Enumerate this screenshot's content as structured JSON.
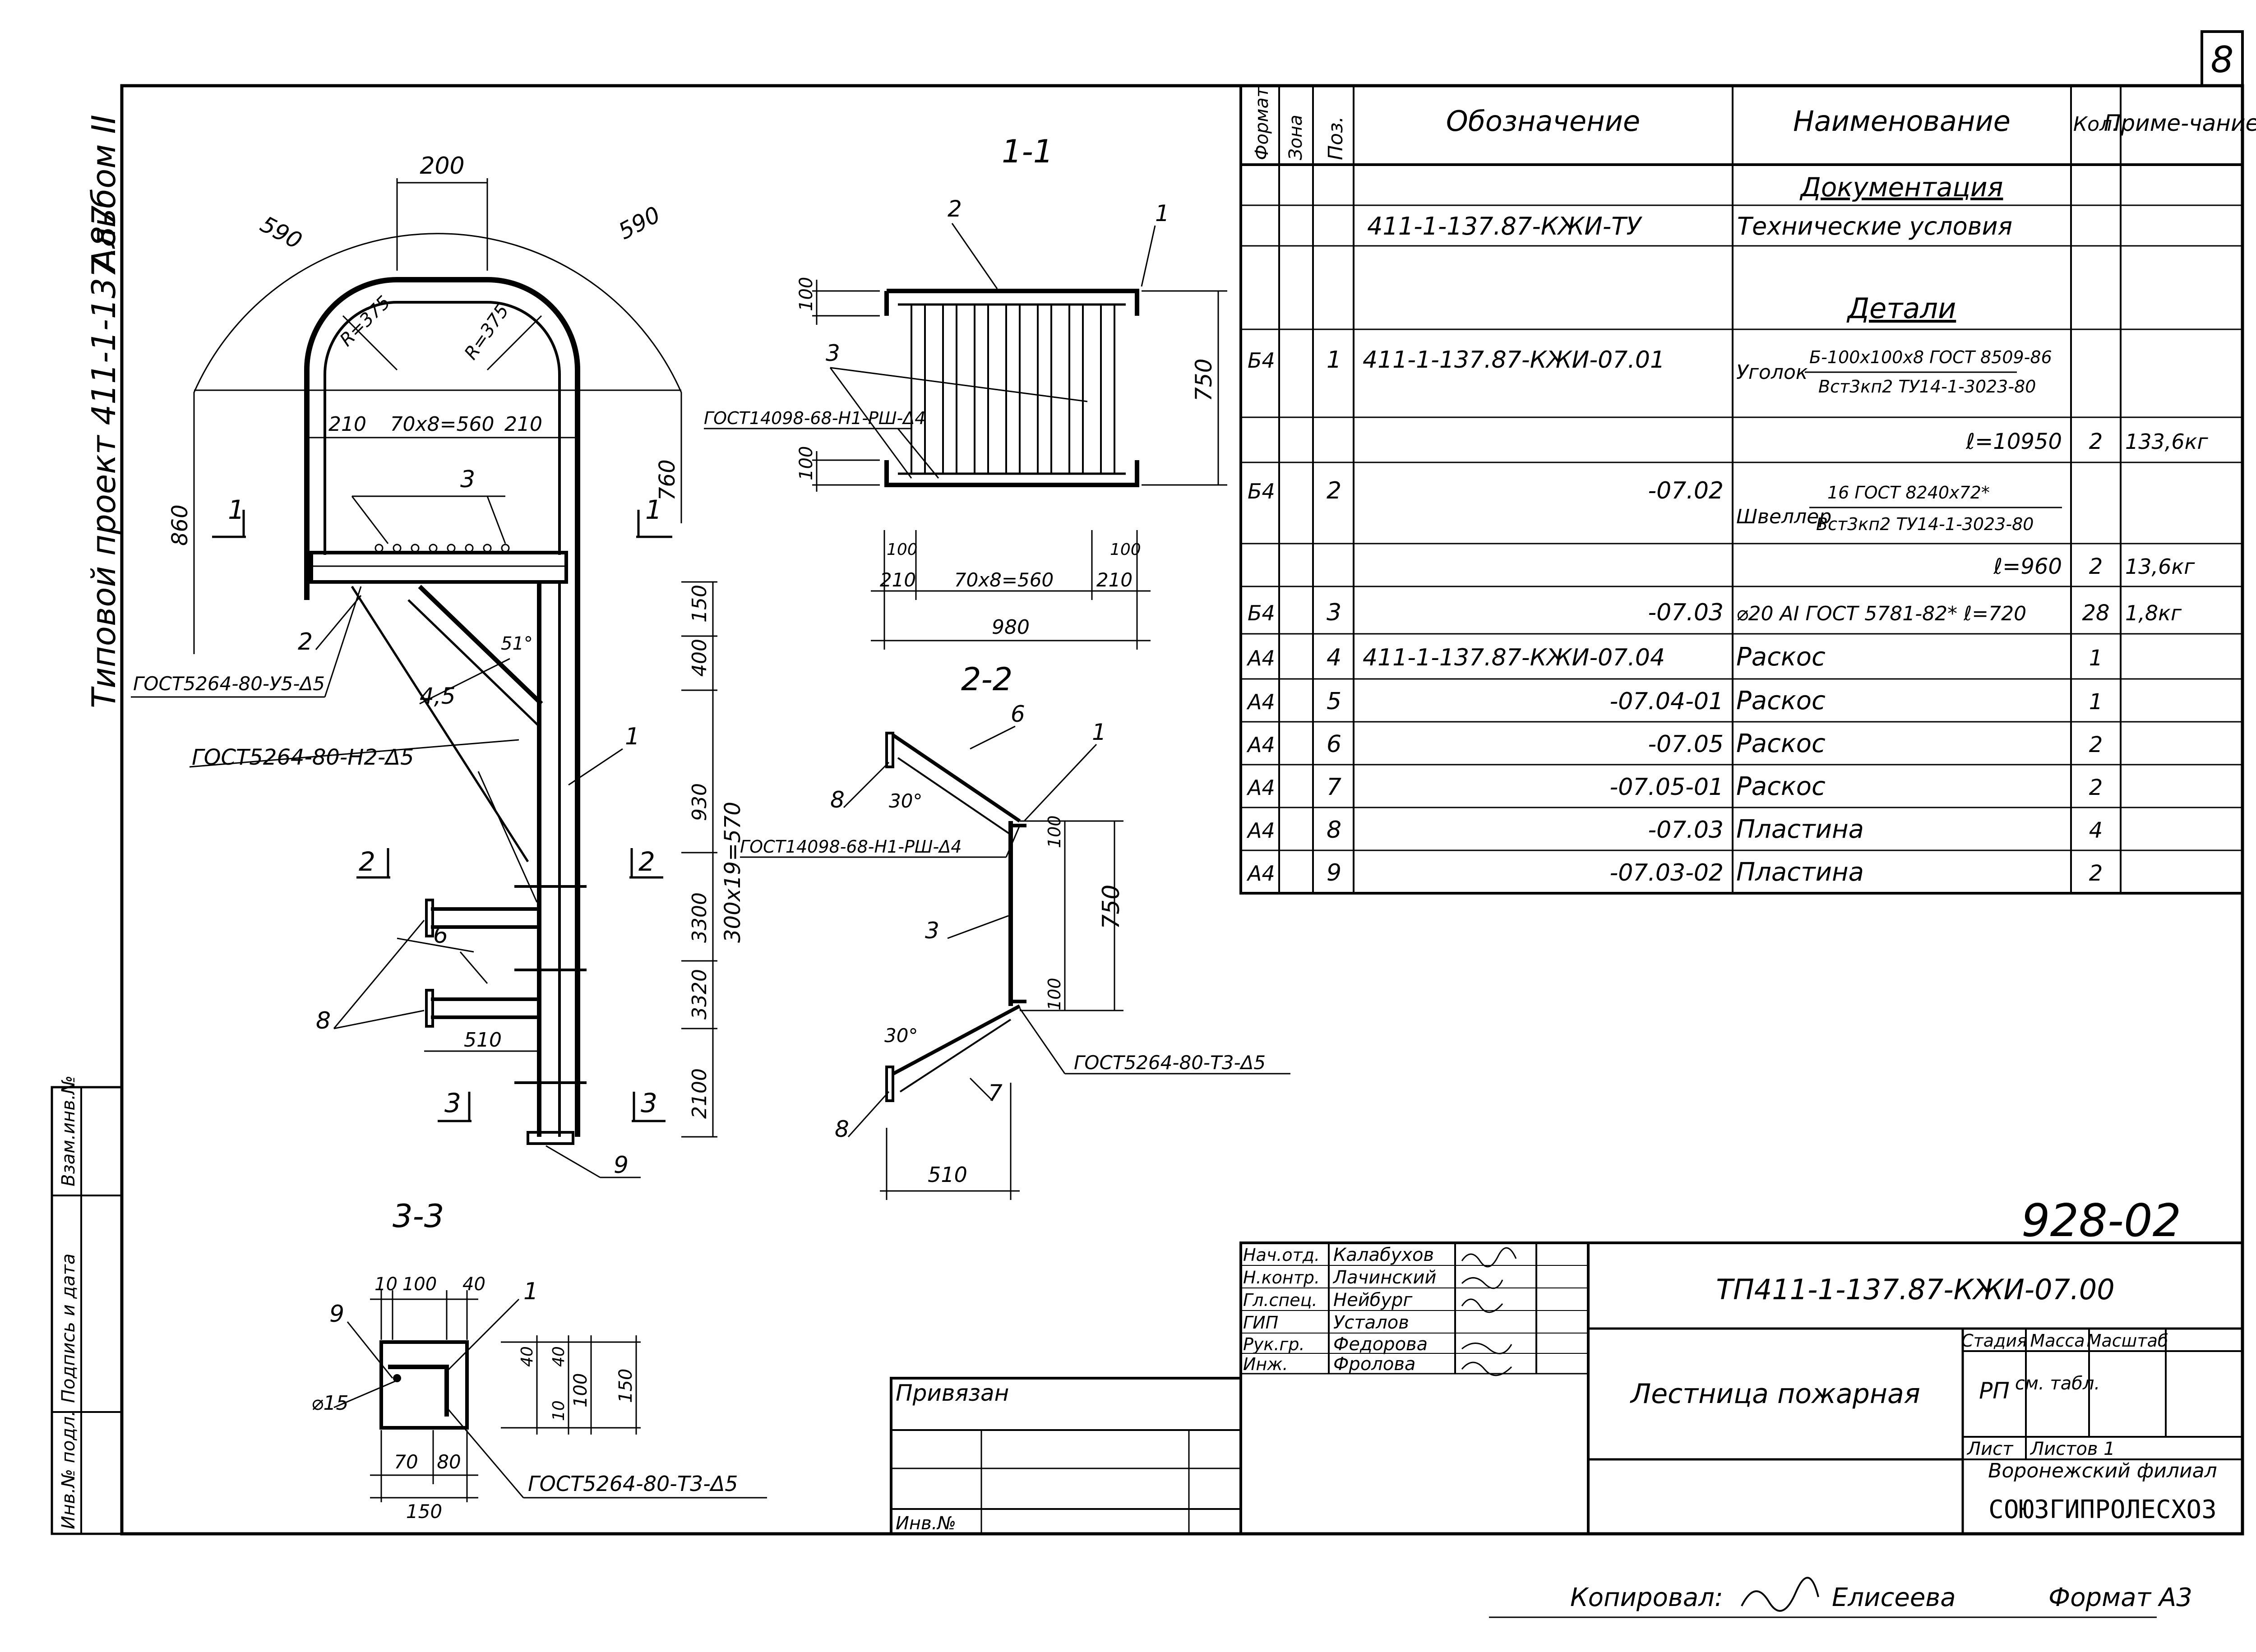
{
  "sheet": {
    "number": "8",
    "side_label": "Типовой проект 411-1-137.87",
    "album": "Альбом II",
    "left_stamp": [
      "Инв.№ подл.",
      "Подпись и дата",
      "Взам.инв.№"
    ],
    "code_big": "928-02"
  },
  "spec_table": {
    "headers": {
      "format": "Формат",
      "zone": "Зона",
      "pos": "Поз.",
      "designation": "Обозначение",
      "name": "Наименование",
      "qty": "Кол.",
      "note": "Приме-чание"
    },
    "section_docs": "Документация",
    "docs_row": {
      "designation": "411-1-137.87-КЖИ-ТУ",
      "name": "Технические условия"
    },
    "section_parts": "Детали",
    "rows": [
      {
        "format": "Б4",
        "pos": "1",
        "designation": "411-1-137.87-КЖИ-07.01",
        "name": "Уголок",
        "name_top": "Б-100x100x8 ГОСТ 8509-86",
        "name_bot": "Вст3кп2 ТУ14-1-3023-80",
        "qty": "",
        "note": ""
      },
      {
        "format": "",
        "pos": "",
        "designation": "",
        "name": "ℓ=10950",
        "name_top": "",
        "name_bot": "",
        "qty": "2",
        "note": "133,6кг"
      },
      {
        "format": "Б4",
        "pos": "2",
        "designation": "-07.02",
        "name": "Швеллер",
        "name_top": "16 ГОСТ 8240x72*",
        "name_bot": "Вст3кп2 ТУ14-1-3023-80",
        "qty": "",
        "note": ""
      },
      {
        "format": "",
        "pos": "",
        "designation": "",
        "name": "ℓ=960",
        "name_top": "",
        "name_bot": "",
        "qty": "2",
        "note": "13,6кг"
      },
      {
        "format": "Б4",
        "pos": "3",
        "designation": "-07.03",
        "name": "⌀20 AI ГОСТ 5781-82* ℓ=720",
        "name_top": "",
        "name_bot": "",
        "qty": "28",
        "note": "1,8кг"
      },
      {
        "format": "А4",
        "pos": "4",
        "designation": "411-1-137.87-КЖИ-07.04",
        "name": "Раскос",
        "name_top": "",
        "name_bot": "",
        "qty": "1",
        "note": ""
      },
      {
        "format": "А4",
        "pos": "5",
        "designation": "-07.04-01",
        "name": "Раскос",
        "name_top": "",
        "name_bot": "",
        "qty": "1",
        "note": ""
      },
      {
        "format": "А4",
        "pos": "6",
        "designation": "-07.05",
        "name": "Раскос",
        "name_top": "",
        "name_bot": "",
        "qty": "2",
        "note": ""
      },
      {
        "format": "А4",
        "pos": "7",
        "designation": "-07.05-01",
        "name": "Раскос",
        "name_top": "",
        "name_bot": "",
        "qty": "2",
        "note": ""
      },
      {
        "format": "А4",
        "pos": "8",
        "designation": "-07.03",
        "name": "Пластина",
        "name_top": "",
        "name_bot": "",
        "qty": "4",
        "note": ""
      },
      {
        "format": "А4",
        "pos": "9",
        "designation": "-07.03-02",
        "name": "Пластина",
        "name_top": "",
        "name_bot": "",
        "qty": "2",
        "note": ""
      }
    ]
  },
  "main_view": {
    "dims": {
      "d200": "200",
      "d590l": "590",
      "d590r": "590",
      "r375a": "R=375",
      "r375b": "R=375",
      "d210l": "210",
      "d560": "70x8=560",
      "d210r": "210",
      "d860": "860",
      "d760": "760",
      "d150": "150",
      "d400": "400",
      "d930": "930",
      "d3300": "3300",
      "d3320": "3320",
      "d2100": "2100",
      "d570": "300x19=570",
      "d510": "510",
      "a51": "51°"
    },
    "callouts": {
      "c1": "1",
      "c1b": "1",
      "c2": "2",
      "c3": "3",
      "c45": "4,5",
      "c6": "6",
      "c8": "8",
      "c9": "9"
    },
    "cuts": {
      "s1l": "1",
      "s1r": "1",
      "s2l": "2",
      "s2r": "2",
      "s3l": "3",
      "s3r": "3"
    },
    "welds": {
      "w1": "ГОСТ5264-80-У5-Δ5",
      "w2": "ГОСТ5264-80-Н2-Δ5"
    }
  },
  "section_1_1": {
    "title": "1-1",
    "labels": {
      "c1": "1",
      "c2": "2",
      "c3": "3",
      "d100a": "100",
      "d100b": "100",
      "d750": "750",
      "d100c": "100",
      "d100d": "100",
      "d210l": "210",
      "d560": "70x8=560",
      "d210r": "210",
      "d980": "980",
      "weld": "ГОСТ14098-68-Н1-РШ-Δ4"
    }
  },
  "section_2_2": {
    "title": "2-2",
    "labels": {
      "c6": "6",
      "c1": "1",
      "c8a": "8",
      "c3": "3",
      "c7": "7",
      "c8b": "8",
      "a30a": "30°",
      "a30b": "30°",
      "d100a": "100",
      "d100b": "100",
      "d750": "750",
      "d510": "510",
      "weld1": "ГОСТ14098-68-Н1-РШ-Δ4",
      "weld2": "ГОСТ5264-80-Т3-Δ5"
    }
  },
  "section_3_3": {
    "title": "3-3",
    "labels": {
      "c9": "9",
      "c1": "1",
      "d10": "10",
      "d100": "100",
      "d40": "40",
      "dia": "⌀15",
      "d70": "70",
      "d80": "80",
      "d150w": "150",
      "v40a": "40",
      "v40b": "40",
      "v100": "100",
      "v10": "10",
      "v150": "150",
      "weld": "ГОСТ5264-80-Т3-Δ5"
    }
  },
  "title_block": {
    "roles": [
      "Нач.отд.",
      "Н.контр.",
      "Гл.спец.",
      "ГИП",
      "Рук.гр.",
      "Инж."
    ],
    "names": [
      "Калабухов",
      "Лачинский",
      "Нейбург",
      "Усталов",
      "Федорова",
      "Фролова"
    ],
    "code": "ТП411-1-137.87-КЖИ-07.00",
    "title": "Лестница пожарная",
    "stage_h": "Стадия",
    "mass_h": "Масса",
    "scale_h": "Масштаб",
    "stage": "РП",
    "mass": "см. табл.",
    "sheet": "Лист",
    "sheets": "Листов 1",
    "org1": "Воронежский филиал",
    "org2": "СОЮЗГИПРОЛЕСХОЗ",
    "bound": "Привязан",
    "inv": "Инв.№"
  },
  "footer": {
    "copied": "Копировал:",
    "copier": "Елисеева",
    "format": "Формат А3"
  }
}
